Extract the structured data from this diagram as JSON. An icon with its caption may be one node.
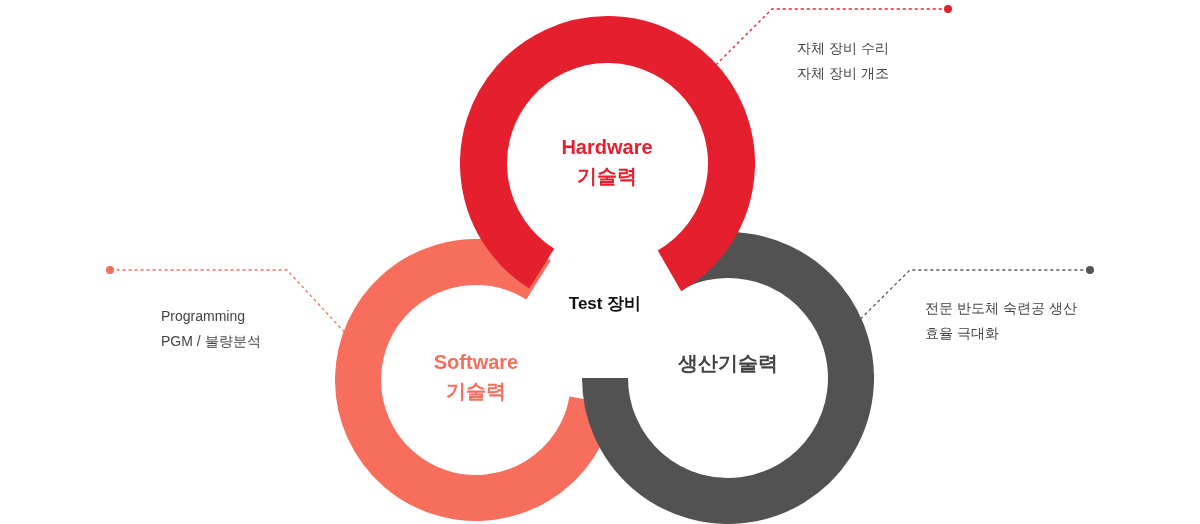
{
  "diagram": {
    "nodes": [
      {
        "text": [
          "Hardware 기술력"
        ]
      },
      {
        "text": [
          "Software 기술력"
        ]
      },
      {
        "text": [
          "생산기술력"
        ]
      },
      {
        "text": [
          "자체 장비 수리",
          "자체 장비 개조"
        ]
      },
      {
        "text": [
          "Programming",
          "PGM / 불량분석"
        ]
      },
      {
        "text": [
          "전문 반도체 숙련공 생산 효율 극대화"
        ]
      }
    ],
    "edges": [
      {
        "from": 0,
        "to": 3,
        "arrow": "other",
        "style": "dashed",
        "color": "#e4202f"
      },
      {
        "from": 1,
        "to": 4,
        "arrow": "other",
        "style": "dashed",
        "color": "#f76e5c"
      },
      {
        "from": 2,
        "to": 5,
        "arrow": "other",
        "style": "dashed",
        "color": "#555555"
      }
    ],
    "labels": [
      "Test 장비"
    ]
  }
}
